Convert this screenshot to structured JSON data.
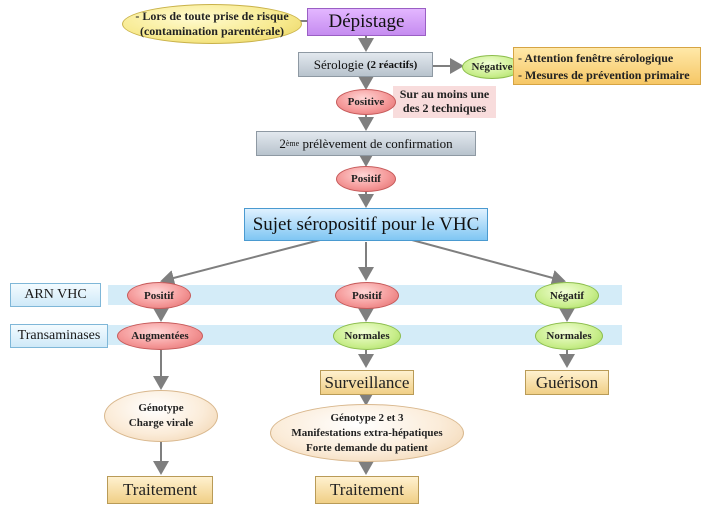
{
  "screening": {
    "risk_note_line1": "- Lors de toute prise de risque",
    "risk_note_line2": "(contamination parentérale)",
    "title": "Dépistage"
  },
  "serology": {
    "label_main": "Sérologie",
    "label_detail": "(2 réactifs)",
    "negative_label": "Négative",
    "negative_note_line1": "- Attention fenêtre sérologique",
    "negative_note_line2": "- Mesures de prévention primaire",
    "positive_label": "Positive",
    "positive_note_line1": "Sur au moins une",
    "positive_note_line2": "des 2 techniques"
  },
  "confirmation": {
    "number": "2",
    "superscript": "ème",
    "label": "prélèvement de confirmation",
    "result_label": "Positif"
  },
  "seropositive": {
    "title": "Sujet séropositif pour le VHC"
  },
  "rows": {
    "arn_label": "ARN VHC",
    "transaminases_label": "Transaminases"
  },
  "branches": [
    {
      "arn": "Positif",
      "transaminases": "Augmentées",
      "detail_lines": [
        "Génotype",
        "Charge virale"
      ],
      "outcome": "Traitement"
    },
    {
      "arn": "Positif",
      "transaminases": "Normales",
      "step": "Surveillance",
      "detail_lines": [
        "Génotype 2 et 3",
        "Manifestations extra-hépatiques",
        "Forte demande du patient"
      ],
      "outcome": "Traitement"
    },
    {
      "arn": "Négatif",
      "transaminases": "Normales",
      "outcome": "Guérison"
    }
  ],
  "colors": {
    "arrow": "#7f7f7f",
    "band": "#d4ecf8",
    "positive": "#f59a9a",
    "negative": "#c9ee8c",
    "title_box": "#c58cf0",
    "seropositive_box": "#7fc6f3"
  }
}
